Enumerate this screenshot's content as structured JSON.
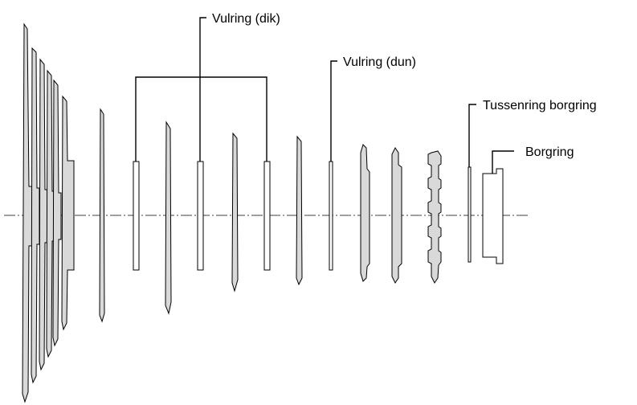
{
  "labels": {
    "thick_spacer": "Vulring (dik)",
    "thin_spacer": "Vulring (dun)",
    "intermediate_lockring": "Tussenring borgring",
    "lockring": "Borgring"
  }
}
